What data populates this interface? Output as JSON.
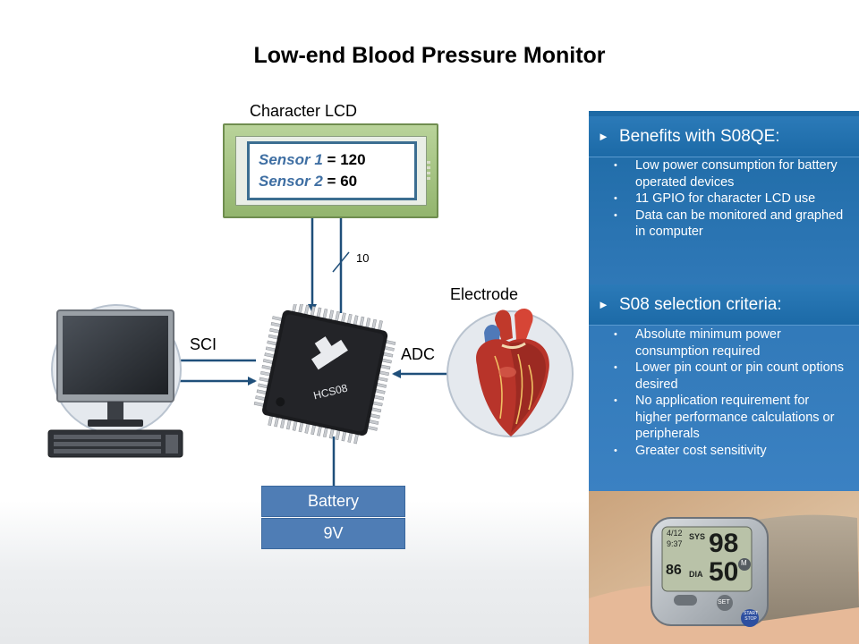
{
  "title": "Low-end Blood Pressure Monitor",
  "lcd": {
    "label": "Character LCD",
    "line1_name": "Sensor 1",
    "line1_value": "= 120",
    "line2_name": "Sensor 2",
    "line2_value": "= 60"
  },
  "bus_width_label": "10",
  "electrode_label": "Electrode",
  "sci_label": "SCI",
  "adc_label": "ADC",
  "chip_label": "HCS08",
  "battery": {
    "label": "Battery",
    "voltage": "9V"
  },
  "benefits": {
    "heading": "Benefits with S08QE:",
    "items": [
      "Low power consumption  for battery operated  devices",
      "11 GPIO  for character LCD use",
      "Data  can be monitored  and graphed  in computer"
    ]
  },
  "criteria": {
    "heading": "S08 selection criteria:",
    "items": [
      "Absolute  minimum  power consumption  required",
      "Lower pin count or pin count options  desired",
      "No application  requirement  for higher performance calculations  or peripherals",
      "Greater  cost sensitivity"
    ]
  },
  "wrist_monitor": {
    "date": "4/12",
    "time": "9:37",
    "sys_label": "SYS",
    "sys_value": "98",
    "dia_label": "DIA",
    "dia_value": "50",
    "pulse_value": "86",
    "set_label": "SET",
    "start_label": "START STOP",
    "m_label": "M"
  },
  "colors": {
    "panel_blue": "#2f78b7",
    "battery_blue": "#4f7db5",
    "lcd_green": "#a5c47f",
    "lcd_border": "#3c6e91",
    "sensor_text": "#3f6fa3",
    "connector": "#1f4f7a"
  },
  "icons": [
    "computer-icon",
    "microcontroller-chip-icon",
    "heart-icon",
    "wrist-bp-monitor-photo"
  ]
}
